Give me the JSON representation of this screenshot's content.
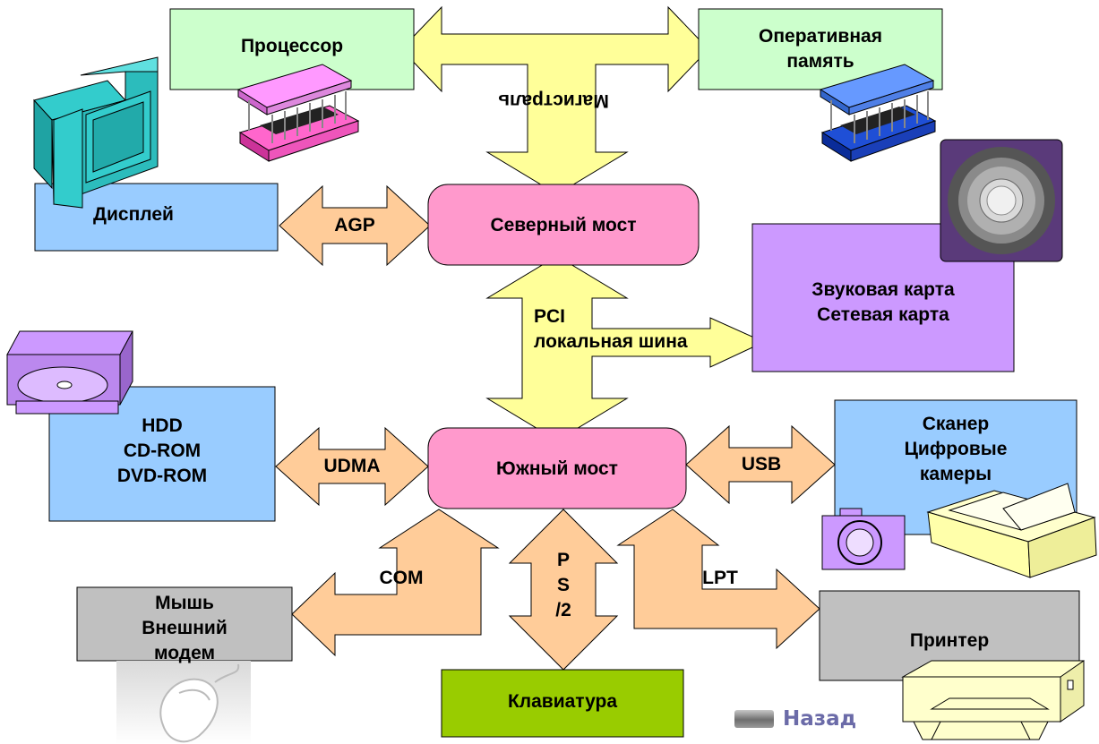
{
  "blocks": {
    "cpu": "Процессор",
    "ram": "Оперативная\nпамять",
    "display": "Дисплей",
    "north_bridge": "Северный мост",
    "sound_net": "Звуковая карта\nСетевая карта",
    "drives": "HDD\nCD-ROM\nDVD-ROM",
    "south_bridge": "Южный мост",
    "scanner_cam": "Сканер\nЦифровые\nкамеры",
    "mouse_modem": "Мышь\nВнешний\nмодем",
    "printer": "Принтер",
    "keyboard": "Клавиатура"
  },
  "buses": {
    "main": "Магистраль",
    "agp": "AGP",
    "pci": "PCI\nлокальная шина",
    "udma": "UDMA",
    "usb": "USB",
    "com": "COM",
    "ps2": "P\nS\n/2",
    "lpt": "LPT"
  },
  "nav": {
    "back_label": "Назад"
  },
  "colors": {
    "bus_yellow": "#ffff99",
    "bus_orange": "#ffcc99",
    "bridge_pink": "#ff99cc",
    "green_light": "#ccffcc",
    "blue_light": "#99ccff",
    "violet": "#cc99ff",
    "gray": "#c0c0c0",
    "green_dark": "#99cc00"
  }
}
